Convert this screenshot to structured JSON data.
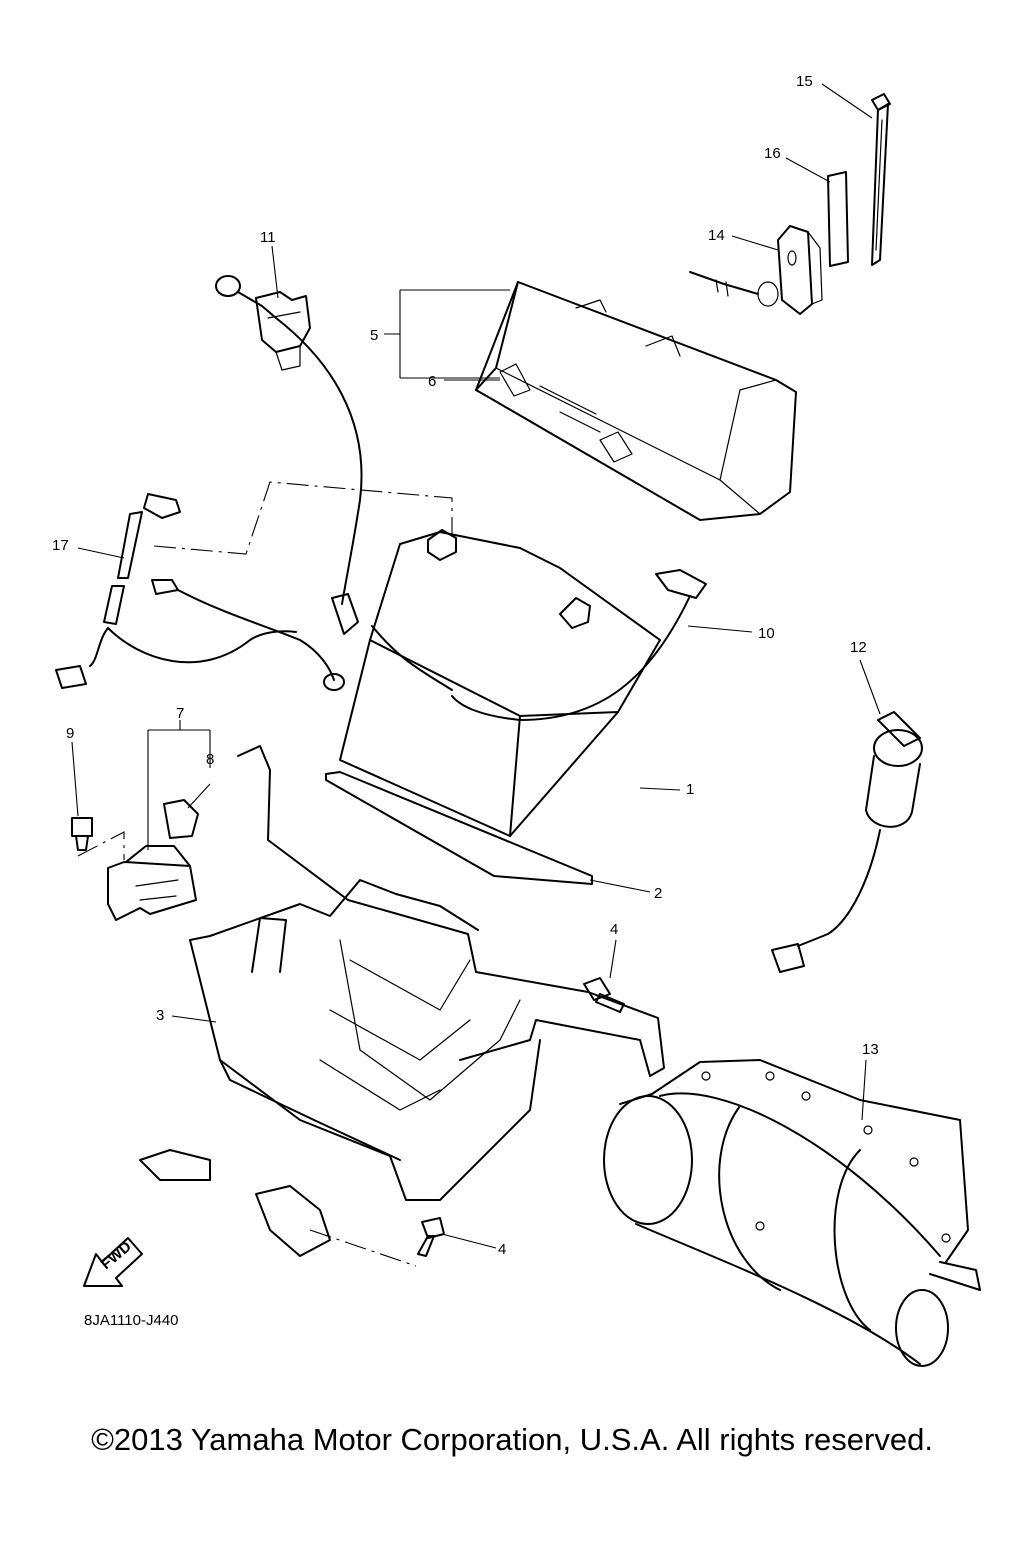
{
  "diagram": {
    "drawing_code": "8JA1110-J440",
    "fwd_label": "FWD",
    "copyright": "©2013 Yamaha Motor Corporation, U.S.A. All rights reserved.",
    "callouts": [
      "1",
      "2",
      "3",
      "4",
      "4",
      "5",
      "6",
      "7",
      "8",
      "9",
      "10",
      "11",
      "12",
      "13",
      "14",
      "15",
      "16",
      "17"
    ]
  }
}
